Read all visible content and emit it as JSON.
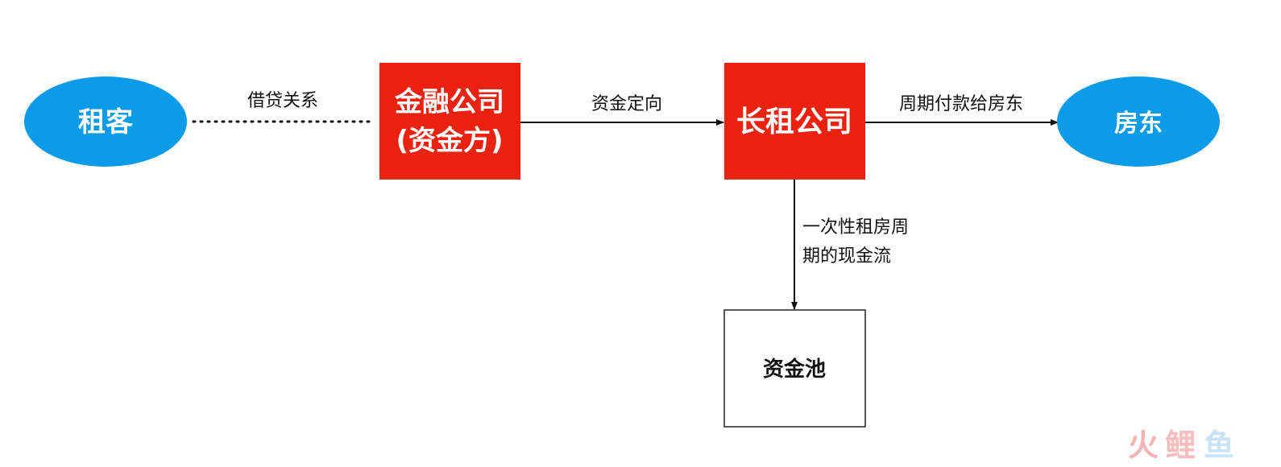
{
  "nodes": {
    "tenant": {
      "label": "租客"
    },
    "finance_company": {
      "label_line1": "金融公司",
      "label_line2": "(资金方)"
    },
    "long_rent_company": {
      "label": "长租公司"
    },
    "landlord": {
      "label": "房东"
    },
    "fund_pool": {
      "label": "资金池"
    }
  },
  "edges": {
    "tenant_finance": {
      "label": "借贷关系",
      "style": "dotted"
    },
    "finance_longrent": {
      "label": "资金定向"
    },
    "longrent_landlord": {
      "label": "周期付款给房东"
    },
    "longrent_pool": {
      "label_line1": "一次性租房周",
      "label_line2": "期的现金流"
    }
  },
  "watermark": {
    "chars": [
      "火",
      "鲤",
      "鱼"
    ]
  },
  "colors": {
    "ellipse_fill": "#0b9be8",
    "red_box_fill": "#ec2210",
    "node_text_light": "#ffffff",
    "pool_border": "#222222",
    "line": "#111111",
    "watermark_1": "#f5b3b3",
    "watermark_2": "#f7bcbc",
    "watermark_3": "#c9e4f8"
  }
}
